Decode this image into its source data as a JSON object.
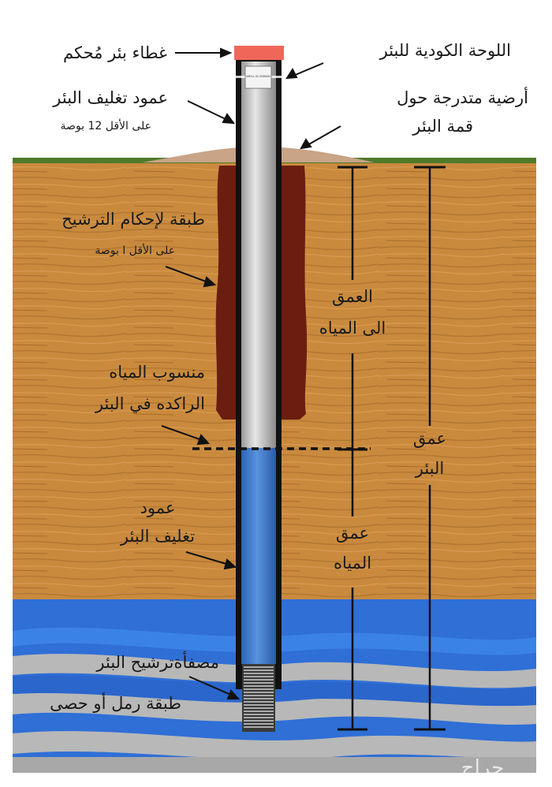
{
  "labels": {
    "cap": "غطاء بئر مُحكم",
    "plate": "اللوحة الكودية للبئر",
    "casing_top": "عمود تغليف البئر",
    "casing_top_note": "على الأقل 12 بوصة",
    "ground": "أرضية متدرجة حول",
    "ground_line2": "قمة البئر",
    "seal": "طبقة لإحكام الترشيح",
    "seal_note": "على الأقل ا بوصة",
    "static_water": "منسوب المياه",
    "static_water_line2": "الراكده في البئر",
    "depth_to_water": "العمق",
    "depth_to_water_line2": "الى المياه",
    "well_depth": "عمق",
    "well_depth_line2": "البئر",
    "casing_mid": "عمود",
    "casing_mid_line2": "تغليف البئر",
    "water_depth": "عمق",
    "water_depth_line2": "المياه",
    "screen": "مصفأةترشيح البئر",
    "gravel": "طبقة رمل أو حصى",
    "plate_text": "WELL ID 000000"
  },
  "watermark": "حراج",
  "colors": {
    "soil": "#c98a3e",
    "sky": "#ffffff",
    "grass": "#4f7a2a",
    "mound": "#c9a486",
    "seal": "#6b1d10",
    "casing_air": "#c9c9c9",
    "water": "#3f7fd0",
    "aquifer_blue": "#2f6fd6",
    "aquifer_gray": "#b8b8b8",
    "cap": "#f0675a"
  }
}
